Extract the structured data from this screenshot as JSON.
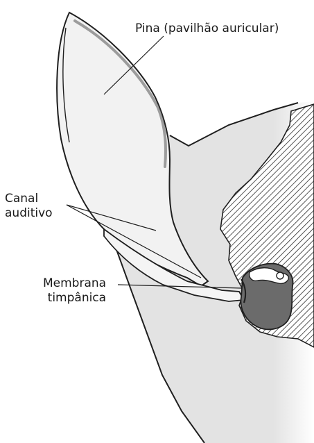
{
  "labels": {
    "pina": "Pina (pavilhão auricular)",
    "canal_line1": "Canal",
    "canal_line2": "auditivo",
    "membrana_line1": "Membrana",
    "membrana_line2": "timpânica"
  },
  "colors": {
    "head_fill": "#e3e3e3",
    "pinna_fill": "#f0f0f0",
    "outline": "#1f1f1f",
    "hatch": "#2a2a2a",
    "eardrum": "#6b6b6b",
    "background": "#ffffff"
  }
}
